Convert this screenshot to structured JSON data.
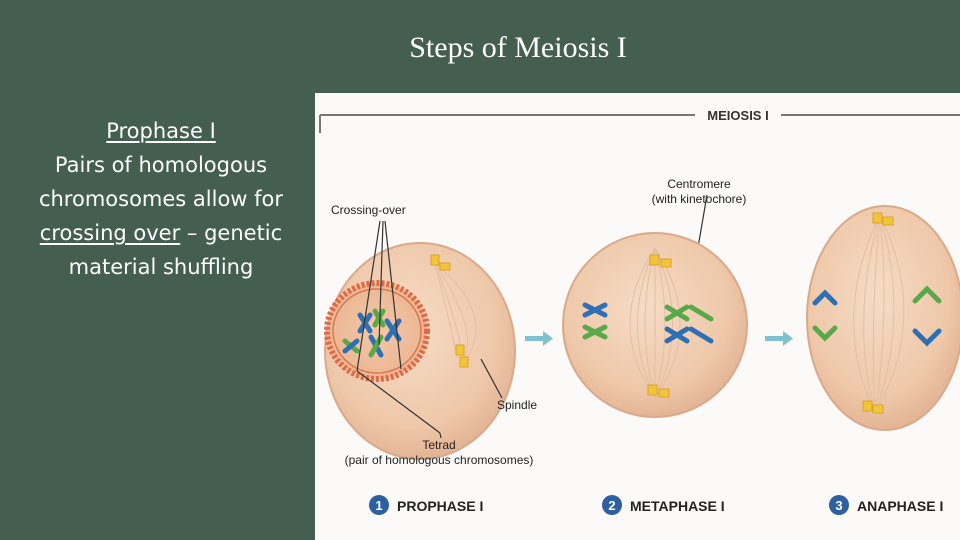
{
  "slide": {
    "title": "Steps of Meiosis I",
    "text": {
      "heading": "Prophase I",
      "line1": "Pairs of homologous",
      "line2": "chromosomes allow for",
      "term": "crossing over",
      "line3_rest": " – genetic",
      "line4": "material shuffling"
    }
  },
  "figure": {
    "header": "MEIOSIS I",
    "labels": {
      "crossing_over": "Crossing-over",
      "centromere_1": "Centromere",
      "centromere_2": "(with kinetochore)",
      "spindle": "Spindle",
      "tetrad_1": "Tetrad",
      "tetrad_2": "(pair of homologous chromosomes)"
    },
    "stages": [
      {
        "number": "1",
        "name": "PROPHASE I"
      },
      {
        "number": "2",
        "name": "METAPHASE I"
      },
      {
        "number": "3",
        "name": "ANAPHASE I"
      }
    ],
    "colors": {
      "cell_fill": "#efc8a9",
      "cell_edge": "#d9a98a",
      "nucleus_ring": "#e06a45",
      "chromosome_blue": "#2f6fb3",
      "chromosome_green": "#5aa84a",
      "centriole_yellow": "#f2c439",
      "arrow": "#7fc1cf",
      "stage_badge": "#2e5f9e"
    }
  }
}
